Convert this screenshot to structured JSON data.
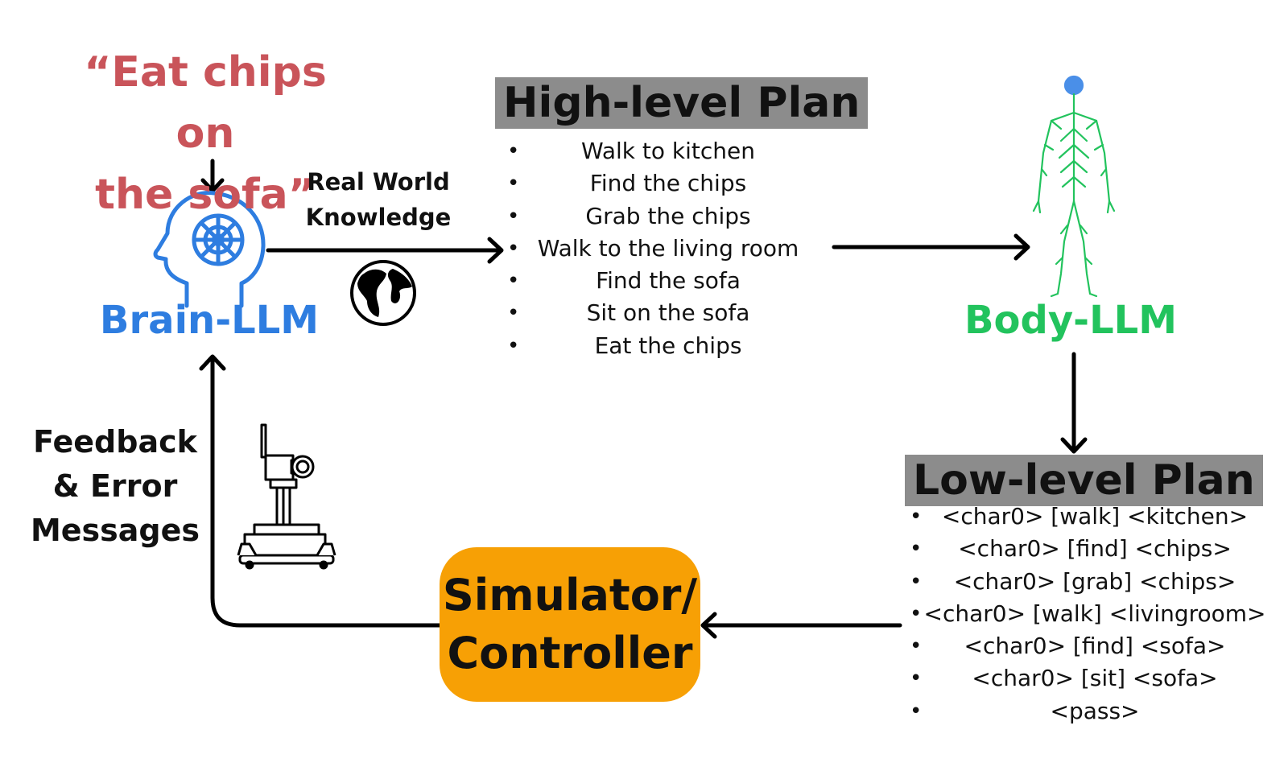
{
  "instruction": {
    "line1": "“Eat chips on",
    "line2": "the sofa”"
  },
  "brain_llm": {
    "label": "Brain-LLM",
    "color": "#2e7de0"
  },
  "body_llm": {
    "label": "Body-LLM",
    "color": "#22c35d"
  },
  "knowledge": {
    "line1": "Real World",
    "line2": "Knowledge"
  },
  "high_level_plan": {
    "title": "High-level Plan",
    "steps": [
      "Walk to kitchen",
      "Find the chips",
      "Grab the chips",
      "Walk to the living room",
      "Find the sofa",
      "Sit on the sofa",
      "Eat the chips"
    ]
  },
  "low_level_plan": {
    "title": "Low-level Plan",
    "steps": [
      "<char0> [walk] <kitchen>",
      "<char0> [find] <chips>",
      "<char0> [grab] <chips>",
      "<char0> [walk] <livingroom>",
      "<char0> [find] <sofa>",
      "<char0> [sit] <sofa>",
      "<pass>"
    ]
  },
  "simulator": {
    "line1": "Simulator/",
    "line2": "Controller",
    "color": "#f7a005"
  },
  "feedback": {
    "line1": "Feedback",
    "line2": "& Error",
    "line3": "Messages"
  },
  "icons": {
    "brain": "brain-head-icon",
    "globe": "globe-icon",
    "body": "nervous-system-body-icon",
    "robot": "robot-icon"
  },
  "colors": {
    "instruction": "#c9545a",
    "plan_title_bg": "#8c8c8c",
    "arrow": "#000000"
  }
}
